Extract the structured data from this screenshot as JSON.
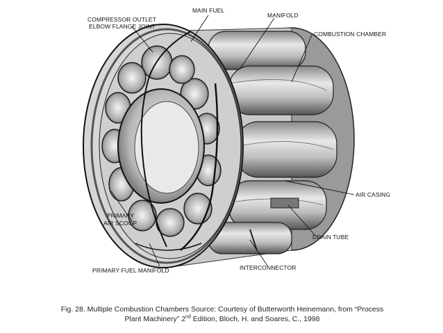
{
  "labels": {
    "compressor_outlet_1": "COMPRESSOR OUTLET",
    "compressor_outlet_2": "ELBOW FLANGE JOINT",
    "main_fuel": "MAIN FUEL",
    "manifold": "MANIFOLD",
    "combustion_chamber": "COMBUSTION CHAMBER",
    "air_casing": "AIR CASING",
    "primary_air_scoop_1": "PRIMARY",
    "primary_air_scoop_2": "AIR SCOOP",
    "drain_tube": "DRAIN TUBE",
    "primary_fuel_manifold": "PRIMARY FUEL MANIFOLD",
    "interconnector": "INTERCONNECTOR"
  },
  "caption": {
    "line1": "Fig. 28. Multiple Combustion Chambers Source: Courtesy of Butterworth Heinemann, from “Process",
    "line2_a": "Plant Machinery” 2",
    "line2_sup": "nd",
    "line2_b": " Edition, Bloch, H. and Soares, C., 1998"
  }
}
